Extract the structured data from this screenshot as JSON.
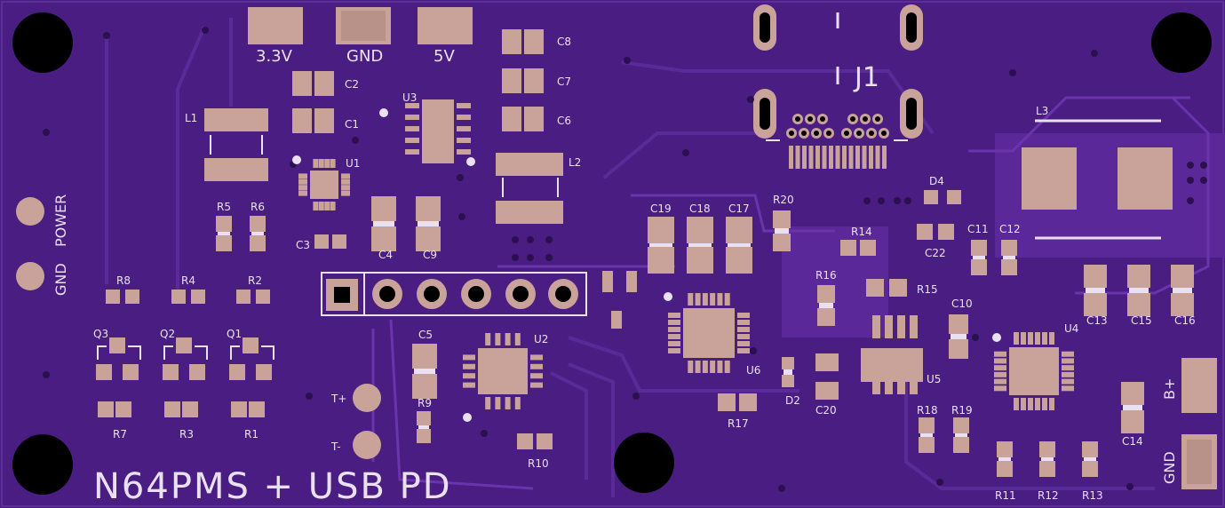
{
  "board_title": "N64PMS + USB PD",
  "top_labels": {
    "v33": "3.3V",
    "gnd": "GND",
    "v5": "5V"
  },
  "left_labels": {
    "power": "POWER",
    "gnd": "GND"
  },
  "tp_labels": {
    "tplus": "T+",
    "tminus": "T-"
  },
  "right_labels": {
    "bplus": "B+",
    "gnd": "GND"
  },
  "connector_label": "J1",
  "refdes": {
    "C1": "C1",
    "C2": "C2",
    "C3": "C3",
    "C4": "C4",
    "C5": "C5",
    "C6": "C6",
    "C7": "C7",
    "C8": "C8",
    "C9": "C9",
    "C10": "C10",
    "C11": "C11",
    "C12": "C12",
    "C13": "C13",
    "C14": "C14",
    "C15": "C15",
    "C16": "C16",
    "C17": "C17",
    "C18": "C18",
    "C19": "C19",
    "C20": "C20",
    "C22": "C22",
    "L1": "L1",
    "L2": "L2",
    "L3": "L3",
    "U1": "U1",
    "U2": "U2",
    "U3": "U3",
    "U4": "U4",
    "U5": "U5",
    "U6": "U6",
    "R1": "R1",
    "R2": "R2",
    "R3": "R3",
    "R4": "R4",
    "R5": "R5",
    "R6": "R6",
    "R7": "R7",
    "R8": "R8",
    "R9": "R9",
    "R10": "R10",
    "R11": "R11",
    "R12": "R12",
    "R13": "R13",
    "R14": "R14",
    "R15": "R15",
    "R16": "R16",
    "R17": "R17",
    "R18": "R18",
    "R19": "R19",
    "R20": "R20",
    "Q1": "Q1",
    "Q2": "Q2",
    "Q3": "Q3",
    "D2": "D2",
    "D4": "D4"
  },
  "colors": {
    "board": "#4a1d82",
    "silkscreen": "#e9e1f2",
    "pad": "#c9a39a",
    "hole": "#000000"
  }
}
